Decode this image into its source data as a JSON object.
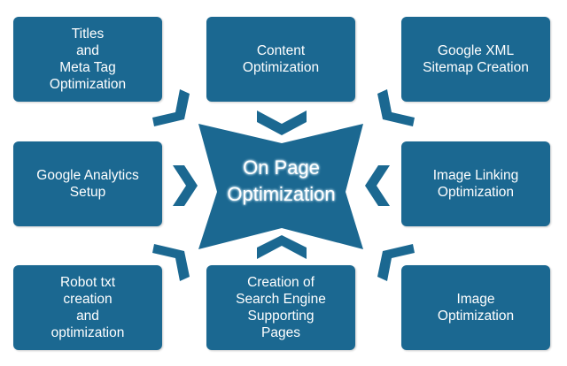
{
  "center": {
    "title": "On Page\nOptimization"
  },
  "boxes": [
    {
      "label": "Titles\nand\nMeta Tag\nOptimization"
    },
    {
      "label": "Content\nOptimization"
    },
    {
      "label": "Google XML\nSitemap Creation"
    },
    {
      "label": "Google Analytics\nSetup"
    },
    {
      "label": "Image Linking\nOptimization"
    },
    {
      "label": "Robot txt\ncreation\nand\noptimization"
    },
    {
      "label": "Creation of\nSearch Engine\nSupporting\nPages"
    },
    {
      "label": "Image\nOptimization"
    }
  ],
  "colors": {
    "primary": "#1b6891"
  }
}
